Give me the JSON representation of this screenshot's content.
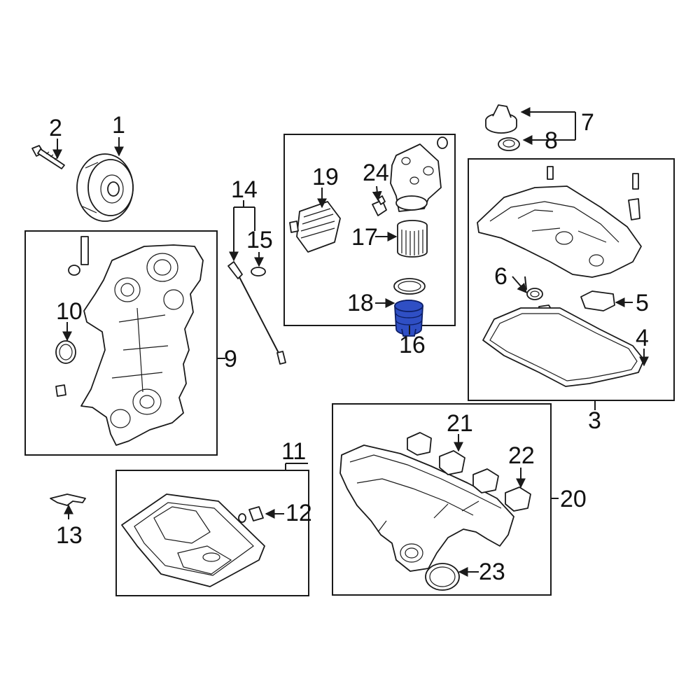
{
  "callouts": {
    "c1": "1",
    "c2": "2",
    "c3": "3",
    "c4": "4",
    "c5": "5",
    "c6": "6",
    "c7": "7",
    "c8": "8",
    "c9": "9",
    "c10": "10",
    "c11": "11",
    "c12": "12",
    "c13": "13",
    "c14": "14",
    "c15": "15",
    "c16": "16",
    "c17": "17",
    "c18": "18",
    "c19": "19",
    "c20": "20",
    "c21": "21",
    "c22": "22",
    "c23": "23",
    "c24": "24"
  },
  "colors": {
    "highlight": "#2f4fc4",
    "line": "#1a1a1a"
  },
  "highlighted_part": "18"
}
